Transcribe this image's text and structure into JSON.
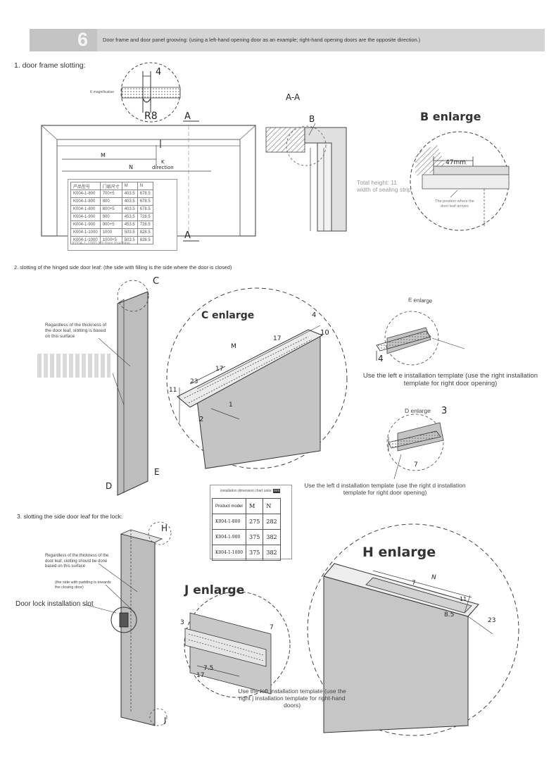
{
  "header": {
    "step_number": "6",
    "title": "Door frame and door panel grooving: (using a left-hand opening door as an example; right-hand opening doors are the opposite direction.)"
  },
  "section1": {
    "heading": "1. door frame slotting:",
    "k_magnification": "K magnification",
    "dim_4": "4",
    "dim_r8": "R8",
    "label_a_top": "A",
    "label_a_bottom": "A",
    "label_m": "M",
    "label_n": "N",
    "label_k": "K",
    "k_direction": "direction",
    "section_aa": "A-A",
    "label_b": "B",
    "b_enlarge": "B enlarge",
    "dim_47mm": "47mm",
    "total_height": "Total height: 11",
    "sealing_width": "width of sealing strip",
    "door_leaf_position": "The position where the door leaf arrives",
    "frame_table": {
      "header": [
        "产品型号",
        "门扇尺寸",
        "M",
        "N"
      ],
      "rows": [
        [
          "K004-1-800",
          "700+5",
          "403.5",
          "678.5"
        ],
        [
          "K004-1-800",
          "800",
          "403.5",
          "678.5"
        ],
        [
          "K004-1-800",
          "800+5",
          "403.5",
          "678.5"
        ],
        [
          "K004-1-900",
          "900",
          "453.5",
          "728.5"
        ],
        [
          "K004-1-900",
          "900+5",
          "453.5",
          "728.5"
        ],
        [
          "K004-1-1000",
          "1000",
          "503.5",
          "828.5"
        ],
        [
          "K004-1-1000",
          "1000+5",
          "503.5",
          "828.5"
        ]
      ],
      "footer": "K004-1-1000 X9 door machine"
    }
  },
  "section2": {
    "heading": "2. slotting of the hinged side door leaf: (the side with filling is the side where the door is closed)",
    "label_c": "C",
    "label_d": "D",
    "label_e": "E",
    "note": "Regardless of the thickness of the door leaf, slotting is based on this surface",
    "c_enlarge": "C enlarge",
    "dims": {
      "d4": "4",
      "d10": "10",
      "d17a": "17",
      "dM": "M",
      "d17b": "17",
      "d23": "23",
      "d11": "11",
      "d2": "2",
      "d1": "1"
    },
    "e_enlarge": "E enlarge",
    "e_dim": "4",
    "e_caption": "Use the left e installation template (use the right installation template for right door opening)",
    "d_enlarge": "D enlarge",
    "d_dim3": "3",
    "d_dim7": "7",
    "d_caption": "Use the left d installation template (use the right d installation template for right door opening)"
  },
  "dim_chart": {
    "title": "installation dimension chart units:",
    "unit": "mm",
    "header": [
      "Product model",
      "M",
      "N"
    ],
    "rows": [
      [
        "K004-1-800",
        "275",
        "282"
      ],
      [
        "K004-1-900",
        "375",
        "382"
      ],
      [
        "K004-1-1000",
        "375",
        "382"
      ]
    ]
  },
  "section3": {
    "heading": "3. slotting the side door leaf for the lock:",
    "label_h": "H",
    "label_j": "J",
    "note": "Regardless of the thickness of the door leaf, slotting should be done based on this surface",
    "padding_note": "(the side with padding is towards the closing door)",
    "lock_slot": "Door lock installation slot",
    "j_enlarge": "J enlarge",
    "j_dims": {
      "d3": "3",
      "d7": "7",
      "d75": "7.5",
      "d17": "17"
    },
    "j_caption": "Use the left installation template (use the right j installation template for right-hand doors)",
    "h_enlarge": "H enlarge",
    "h_dims": {
      "d7": "7",
      "dN": "N",
      "d11": "11",
      "d85": "8.5",
      "d23": "23"
    }
  }
}
